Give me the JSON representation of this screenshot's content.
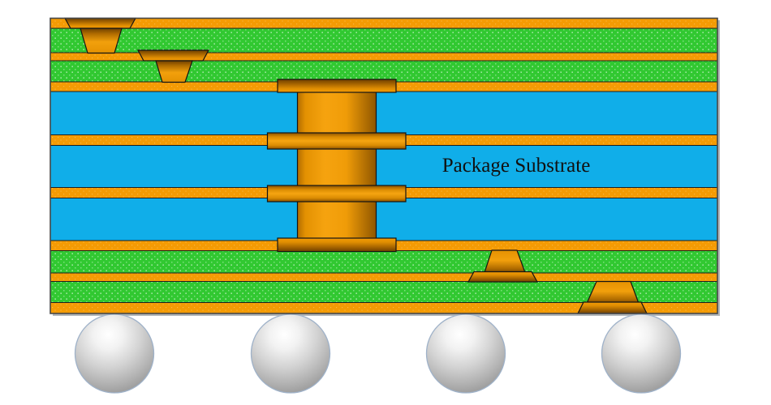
{
  "diagram": {
    "label": "Package Substrate",
    "colors": {
      "copper_orange": "#F49B04",
      "copper_dark": "#6E4000",
      "core_blue": "#10AEE9",
      "buildup_green": "#31C831",
      "buildup_dot_light": "#7CE07C",
      "solder_ball_gray": "#C8C8C8",
      "ball_rim": "#9FB2C9",
      "outline": "#1E1E1E",
      "background": "#FFFFFF"
    },
    "counts": {
      "solder_balls": 4,
      "top_microvias": 2,
      "bottom_microvias": 2,
      "stacked_core_via_levels": 3
    }
  }
}
